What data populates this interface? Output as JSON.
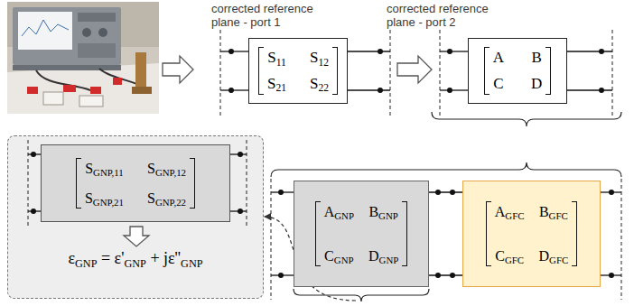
{
  "diagram": {
    "nodes": [
      {
        "text": [
          "S11",
          "S12",
          "S21",
          "S22"
        ]
      },
      {
        "text": [
          "A",
          "B",
          "C",
          "D"
        ]
      },
      {
        "text": [
          "εGNP = ε'GNP + jε''GNP"
        ]
      },
      {
        "text": [
          "SGNP,11",
          "SGNP,12",
          "SGNP,21",
          "SGNP,22"
        ],
        "in": 2
      },
      {
        "text": [
          "AGNP",
          "BGNP",
          "CGNP",
          "DGNP"
        ]
      },
      {
        "text": [
          "AGFC",
          "BGFC",
          "CGFC",
          "DGFC"
        ]
      }
    ],
    "edges": [
      {
        "from": 4,
        "to": 5,
        "arrow": "none"
      },
      {
        "from": 4,
        "to": 5,
        "arrow": "none"
      },
      {
        "from": 4,
        "to": 2,
        "arrow": "to"
      }
    ],
    "labels": [
      "corrected reference plane - port 1",
      "corrected reference plane - port 2"
    ]
  }
}
